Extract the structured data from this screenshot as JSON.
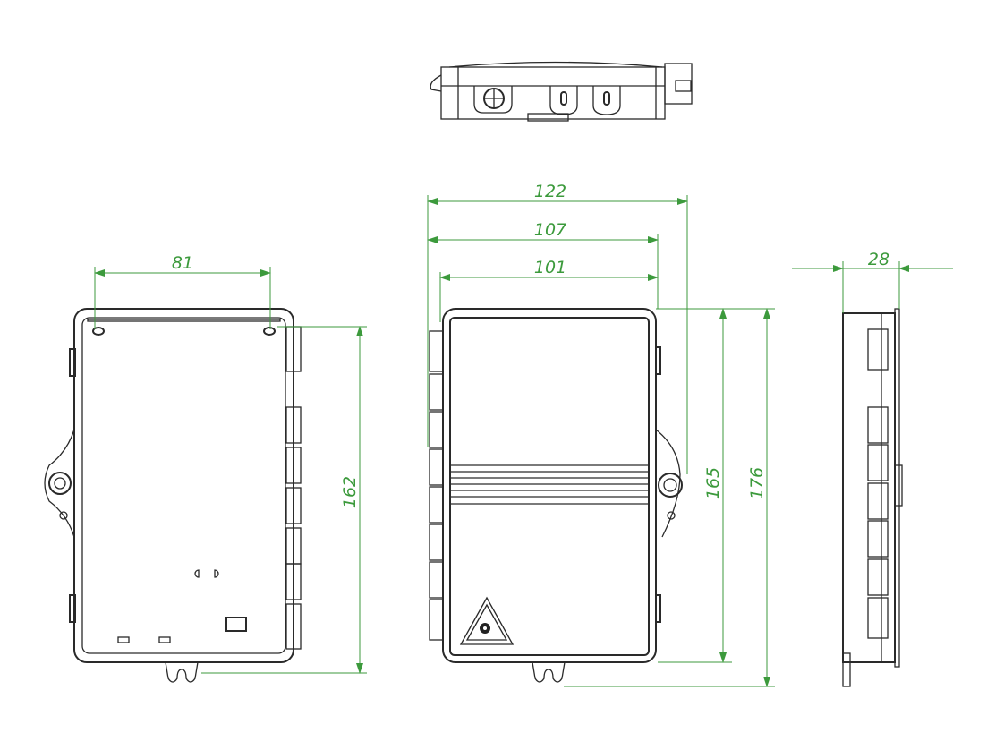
{
  "drawing": {
    "views": [
      "top-view",
      "back-view",
      "front-view",
      "side-view"
    ],
    "line_color": "#2a2a2a",
    "dimension_color": "#3c9a3c"
  },
  "dimensions": {
    "back_hole_spacing": "81",
    "back_height": "162",
    "front_overall_width": "122",
    "front_width_with_tabs": "107",
    "front_cover_width": "101",
    "front_body_height": "165",
    "front_overall_height": "176",
    "side_depth": "28"
  }
}
